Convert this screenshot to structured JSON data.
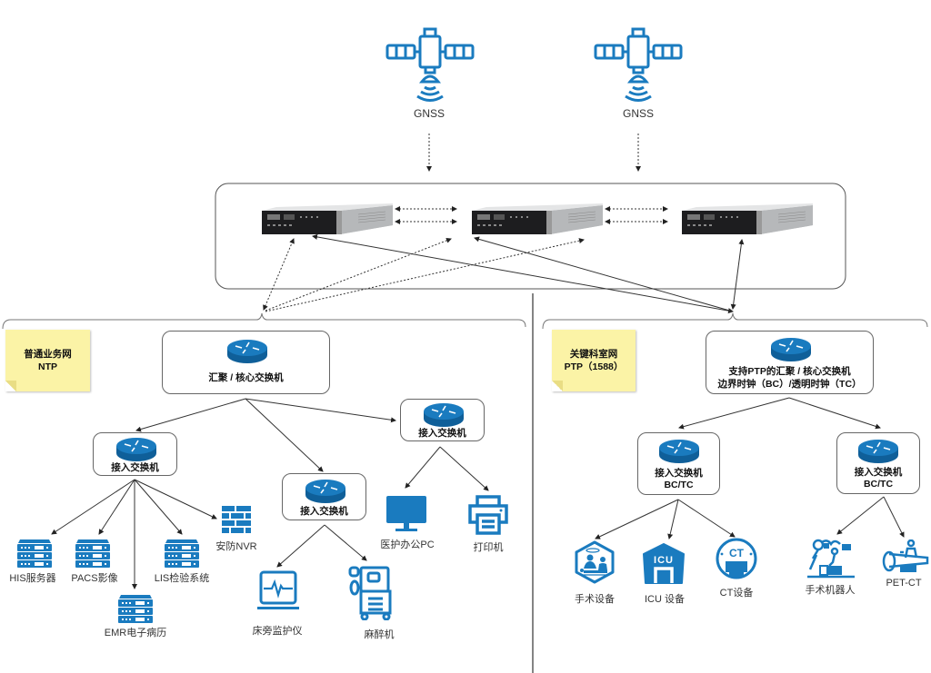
{
  "colors": {
    "icon_blue": "#1a7bbf",
    "note_yellow": "#fbf3a6",
    "line": "#333333"
  },
  "gnss": [
    {
      "label": "GNSS",
      "icon": "satellite-icon"
    },
    {
      "label": "GNSS",
      "icon": "satellite-icon"
    }
  ],
  "time_servers": [
    {
      "icon": "rack-server-icon"
    },
    {
      "icon": "rack-server-icon"
    },
    {
      "icon": "rack-server-icon"
    }
  ],
  "left_network": {
    "note": {
      "line1": "普通业务网",
      "line2": "NTP"
    },
    "core_switch": {
      "label": "汇聚 / 核心交换机",
      "icon": "router-icon"
    },
    "access_switches": [
      {
        "label": "接入交换机",
        "icon": "router-icon"
      },
      {
        "label": "接入交换机",
        "icon": "router-icon"
      },
      {
        "label": "接入交换机",
        "icon": "router-icon"
      }
    ],
    "devices": [
      {
        "label": "HIS服务器",
        "icon": "server-icon"
      },
      {
        "label": "PACS影像",
        "icon": "server-icon"
      },
      {
        "label": "EMR电子病历",
        "icon": "server-icon"
      },
      {
        "label": "LIS检验系统",
        "icon": "server-icon"
      },
      {
        "label": "安防NVR",
        "icon": "firewall-icon"
      },
      {
        "label": "床旁监护仪",
        "icon": "patient-monitor-icon"
      },
      {
        "label": "麻醉机",
        "icon": "anesthesia-machine-icon"
      },
      {
        "label": "医护办公PC",
        "icon": "monitor-icon"
      },
      {
        "label": "打印机",
        "icon": "printer-icon"
      }
    ]
  },
  "right_network": {
    "note": {
      "line1": "关键科室网",
      "line2": "PTP（1588）"
    },
    "core_switch": {
      "line1": "支持PTP的汇聚 / 核心交换机",
      "line2": "边界时钟（BC）/透明时钟（TC）",
      "icon": "router-icon"
    },
    "access_switches": [
      {
        "line1": "接入交换机",
        "line2": "BC/TC",
        "icon": "router-icon"
      },
      {
        "line1": "接入交换机",
        "line2": "BC/TC",
        "icon": "router-icon"
      }
    ],
    "devices": [
      {
        "label": "手术设备",
        "icon": "surgery-icon"
      },
      {
        "label": "ICU 设备",
        "icon": "icu-icon"
      },
      {
        "label": "CT设备",
        "icon": "ct-scanner-icon"
      },
      {
        "label": "手术机器人",
        "icon": "surgical-robot-icon"
      },
      {
        "label": "PET-CT",
        "icon": "pet-ct-icon"
      }
    ],
    "ct_icon_text": "CT",
    "icu_icon_text": "ICU"
  }
}
